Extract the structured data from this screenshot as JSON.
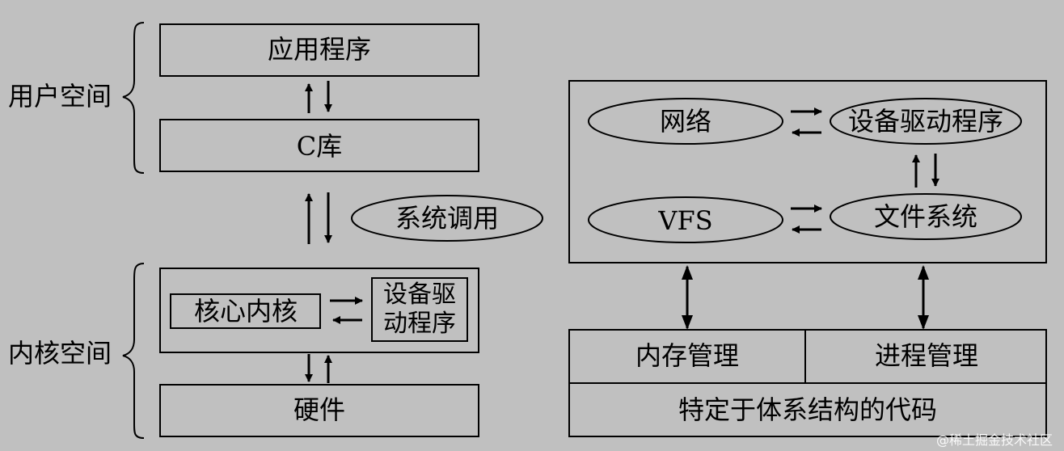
{
  "colors": {
    "background": "#c0c0c0",
    "line": "#000000",
    "watermark": "#ffffff"
  },
  "left": {
    "user_space_label": "用户空间",
    "kernel_space_label": "内核空间",
    "app_box": "应用程序",
    "clib_box": "C库",
    "syscall_oval": "系统调用",
    "core_kernel_box": "核心内核",
    "device_driver_box_line1": "设备驱",
    "device_driver_box_line2": "动程序",
    "hardware_box": "硬件"
  },
  "right": {
    "network_oval": "网络",
    "driver_oval": "设备驱动程序",
    "vfs_oval": "VFS",
    "fs_oval": "文件系统",
    "memory_mgmt": "内存管理",
    "process_mgmt": "进程管理",
    "arch_code": "特定于体系结构的代码"
  },
  "watermark": "@稀土掘金技术社区"
}
